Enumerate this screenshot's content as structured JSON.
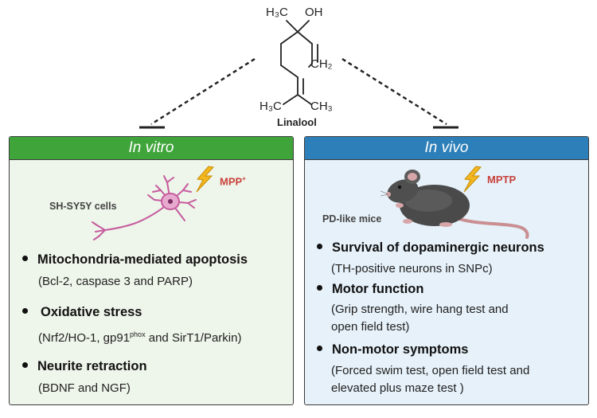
{
  "compound": {
    "name": "Linalool",
    "atoms": {
      "h3c_top": "H₃C",
      "oh": "OH",
      "ch2": "CH₂",
      "h3c_left": "H₃C",
      "ch3_right": "CH₃"
    }
  },
  "colors": {
    "in_vitro": "#3fa53a",
    "in_vivo": "#2c7fb8",
    "toxin": "#c8413a",
    "neuron": "#c65b9e"
  },
  "in_vitro": {
    "title": "In vitro",
    "model_label": "SH-SY5Y cells",
    "toxin": "MPP",
    "toxin_sup": "+",
    "effects": [
      {
        "title": "Mitochondria-mediated apoptosis",
        "detail": "(Bcl-2, caspase 3 and PARP)"
      },
      {
        "title": "Oxidative stress",
        "detail_pre": "(Nrf2/HO-1, gp91",
        "detail_sup": "phox",
        "detail_post": " and SirT1/Parkin)"
      },
      {
        "title": "Neurite retraction",
        "detail": "(BDNF and NGF)"
      }
    ]
  },
  "in_vivo": {
    "title": "In vivo",
    "model_label": "PD-like mice",
    "toxin": "MPTP",
    "effects": [
      {
        "title": "Survival of dopaminergic neurons",
        "detail": [
          "(TH-positive neurons in SNPc)"
        ]
      },
      {
        "title": "Motor function",
        "detail": [
          "(Grip strength, wire hang test and",
          "open field test)"
        ]
      },
      {
        "title": "Non-motor symptoms",
        "detail": [
          "(Forced swim test, open field test and",
          "elevated plus maze test )"
        ]
      }
    ]
  },
  "icons": [
    "lightning-icon",
    "neuron-icon",
    "mouse-icon"
  ]
}
